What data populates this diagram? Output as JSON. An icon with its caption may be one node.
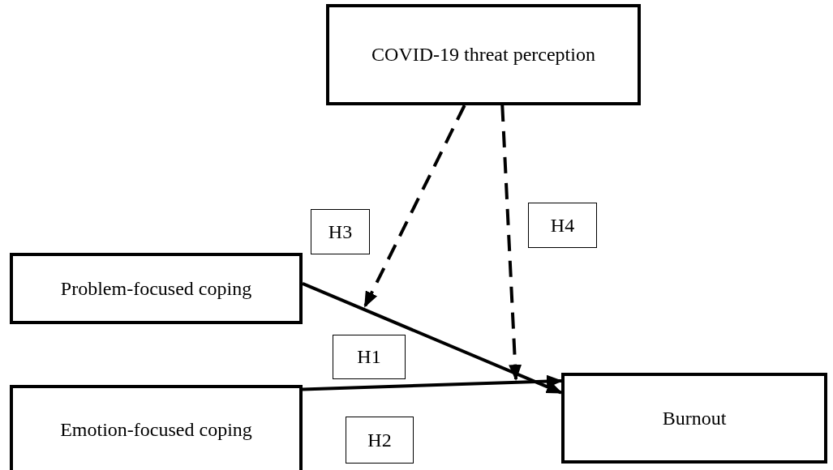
{
  "diagram": {
    "nodes": [
      {
        "text": [
          "COVID-19 threat perception"
        ]
      },
      {
        "text": [
          "Problem-focused coping"
        ]
      },
      {
        "text": [
          "Emotion-focused coping"
        ]
      },
      {
        "text": [
          "Burnout"
        ]
      },
      {
        "text": [
          "H3"
        ]
      },
      {
        "text": [
          "H4"
        ]
      },
      {
        "text": [
          "H1"
        ]
      },
      {
        "text": [
          "H2"
        ]
      }
    ],
    "edges": [
      {
        "from": 1,
        "to": 3,
        "arrow": "to"
      },
      {
        "from": 2,
        "to": 3,
        "arrow": "to"
      },
      {
        "from": 0,
        "to": null,
        "arrow": "to",
        "style": "dashed"
      },
      {
        "from": 0,
        "to": null,
        "arrow": "to",
        "style": "dashed"
      }
    ]
  }
}
